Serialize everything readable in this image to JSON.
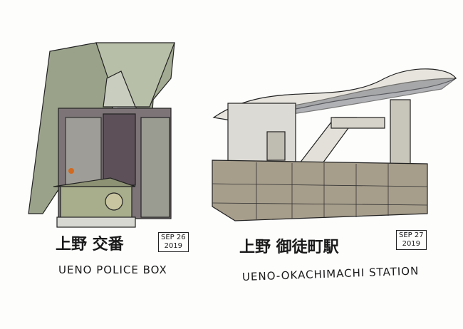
{
  "left_sketch": {
    "title_jp": "上野 交番",
    "date_line1": "SEP 26",
    "date_line2": "2019",
    "title_en": "UENO POLICE BOX"
  },
  "right_sketch": {
    "title_jp": "上野 御徒町駅",
    "date_line1": "SEP 27",
    "date_line2": "2019",
    "title_en": "UENO-OKACHIMACHI STATION"
  },
  "colors": {
    "sage": "#8f9a7e",
    "stone": "#a49c8c",
    "plum": "#6b6066",
    "ink": "#1a1a1a"
  }
}
